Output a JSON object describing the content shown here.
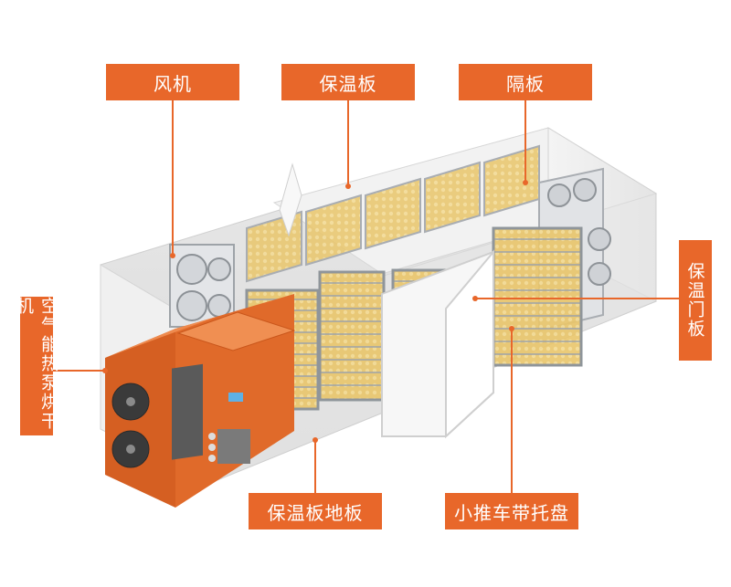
{
  "labels": {
    "fan": "风机",
    "insulation_board": "保温板",
    "partition": "隔板",
    "insulated_door": "保温门板",
    "heat_pump_dryer": "空气能热泵烘干机",
    "insulated_floor": "保温板地板",
    "cart_with_trays": "小推车带托盘"
  },
  "colors": {
    "label_bg": "#e8672a",
    "label_text": "#ffffff",
    "machine_orange": "#e06a2a",
    "tray_yellow": "#e6c36a",
    "rack_steel": "#a9adb2",
    "room_wall": "#eeeeee"
  }
}
